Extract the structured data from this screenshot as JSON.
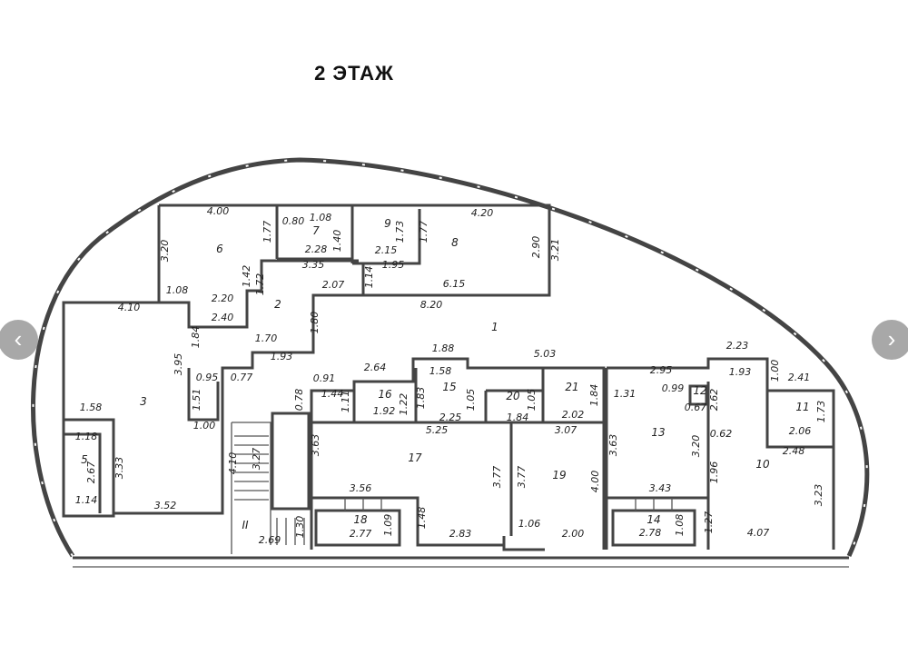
{
  "title": "2 ЭТАЖ",
  "carousel": {
    "prev_icon": "chevron-left-icon",
    "next_icon": "chevron-right-icon",
    "prev_glyph": "‹",
    "next_glyph": "›"
  },
  "colors": {
    "walls": "#444444",
    "stair_mark": "#d33333",
    "nav": "#9a9a9a"
  },
  "rooms": [
    "1",
    "2",
    "3",
    "5",
    "6",
    "7",
    "8",
    "9",
    "10",
    "11",
    "12",
    "13",
    "14",
    "15",
    "16",
    "17",
    "18",
    "19",
    "20",
    "21",
    "II"
  ],
  "dims": [
    "4.00",
    "3.20",
    "1.77",
    "1.08",
    "2.20",
    "1.42",
    "1.72",
    "0.80",
    "1.08",
    "1.40",
    "2.28",
    "2.15",
    "1.73",
    "1.77",
    "3.35",
    "1.95",
    "1.14",
    "4.20",
    "2.90",
    "3.21",
    "6.15",
    "8.20",
    "2.07",
    "2.40",
    "1.80",
    "1.70",
    "1.93",
    "1.84",
    "1.88",
    "5.03",
    "4.10",
    "3.95",
    "0.95",
    "1.51",
    "0.77",
    "1.00",
    "1.58",
    "1.18",
    "3.33",
    "2.67",
    "1.14",
    "3.52",
    "4.10",
    "3.27",
    "1.30",
    "2.69",
    "0.91",
    "2.64",
    "0.78",
    "1.44",
    "1.11",
    "1.92",
    "1.22",
    "1.83",
    "1.58",
    "2.25",
    "1.05",
    "1.84",
    "1.05",
    "2.02",
    "1.84",
    "5.25",
    "3.07",
    "3.63",
    "3.56",
    "1.48",
    "2.77",
    "1.09",
    "2.83",
    "3.77",
    "3.77",
    "4.00",
    "1.06",
    "2.00",
    "2.23",
    "1.93",
    "1.00",
    "2.41",
    "2.95",
    "1.31",
    "0.99",
    "0.67",
    "2.62",
    "1.73",
    "2.06",
    "0.62",
    "2.48",
    "3.63",
    "3.20",
    "1.96",
    "3.23",
    "3.43",
    "2.78",
    "1.08",
    "1.27",
    "4.07"
  ]
}
